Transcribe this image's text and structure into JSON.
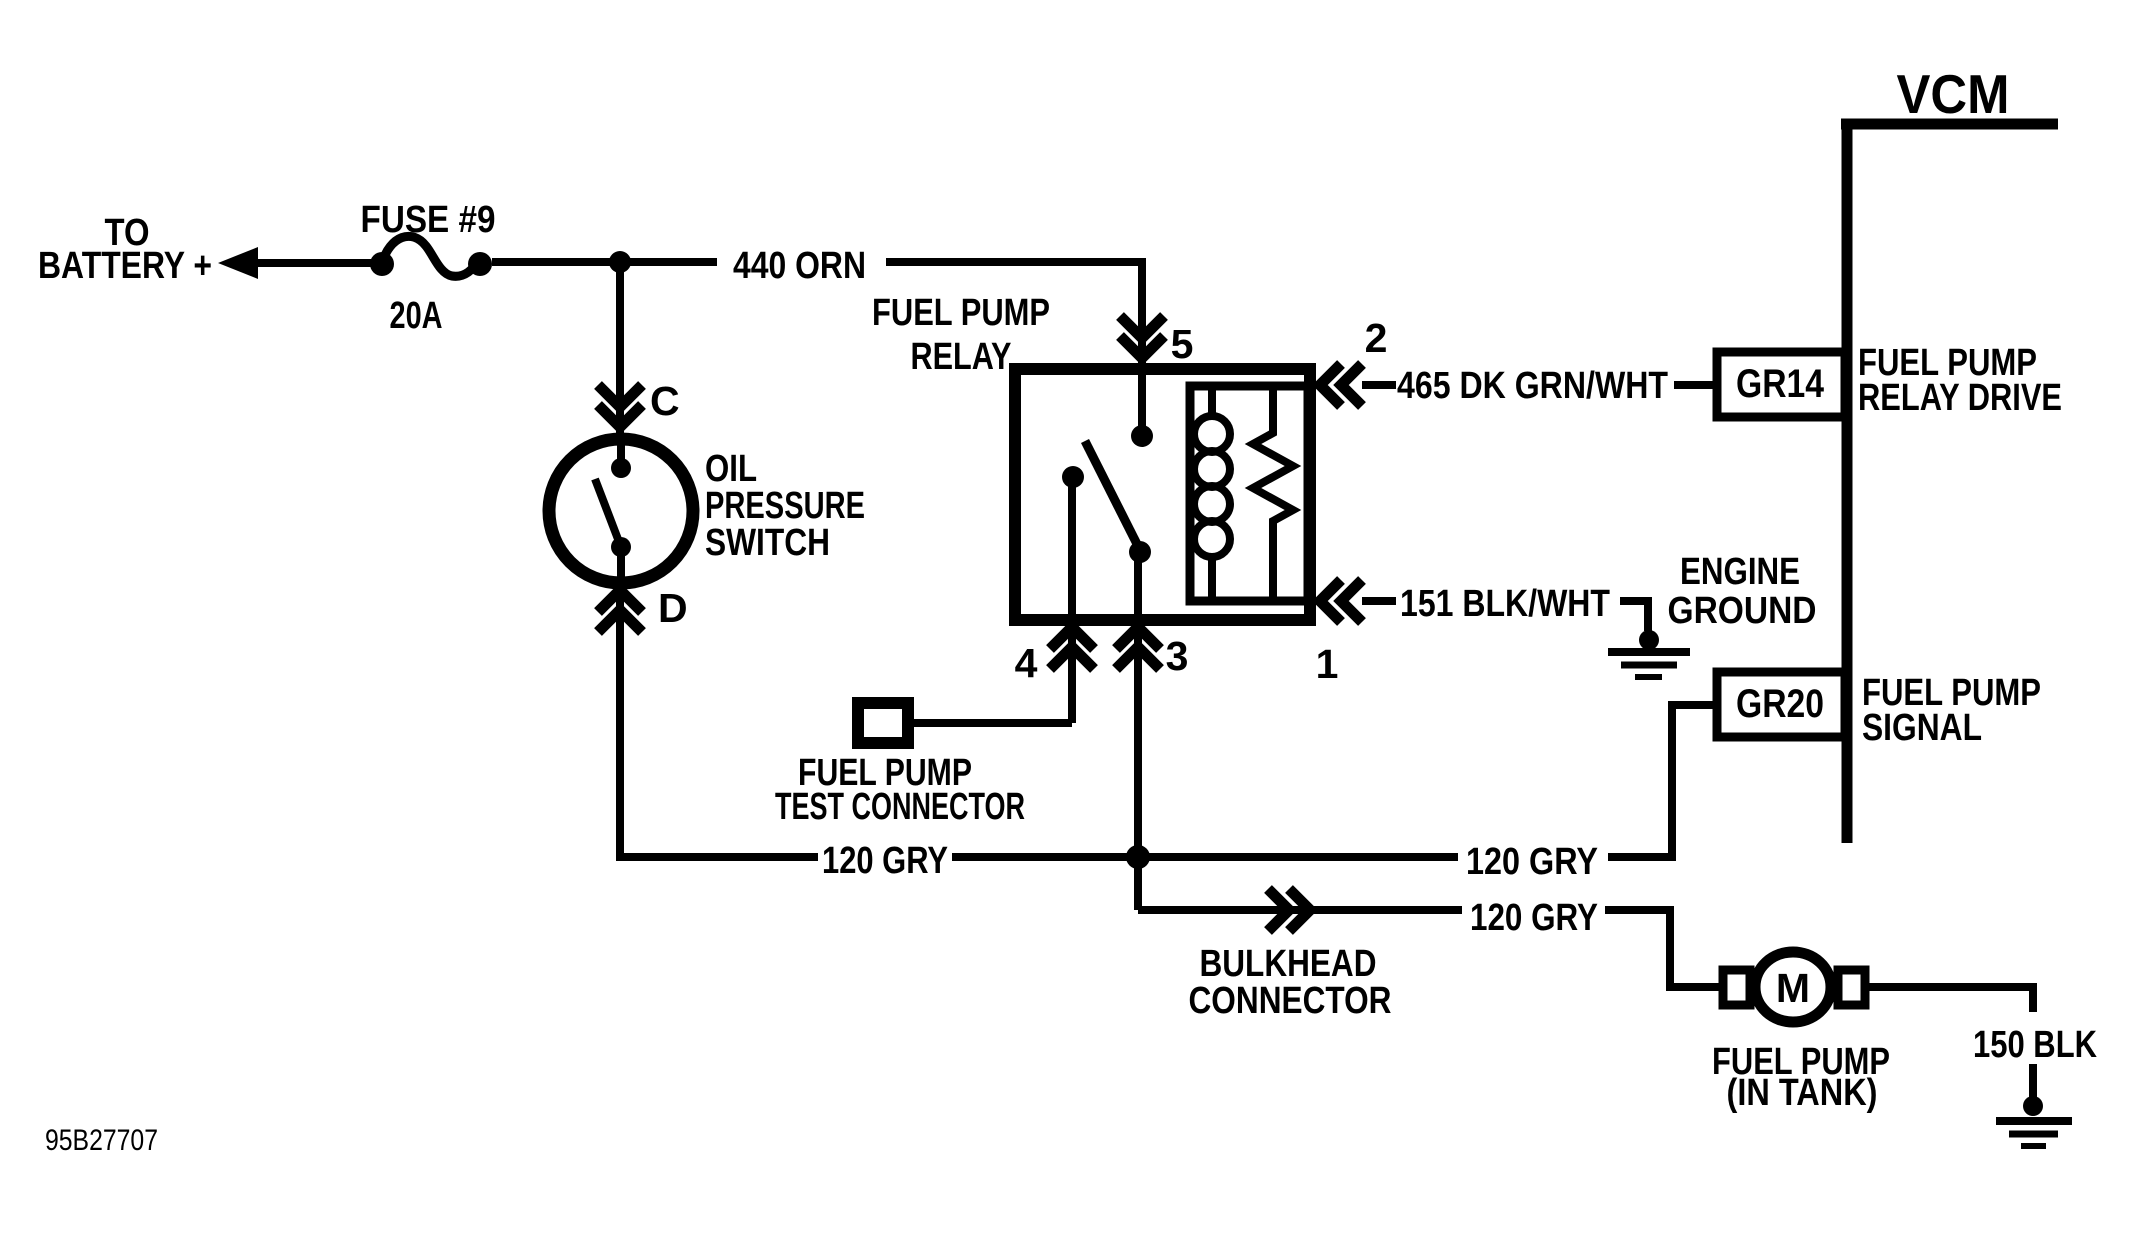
{
  "colors": {
    "ink": "#000000",
    "background": "#ffffff"
  },
  "doc_id": "95B27707",
  "battery": {
    "line1": "TO",
    "line2": "BATTERY +"
  },
  "fuse": {
    "name": "FUSE #9",
    "rating": "20A"
  },
  "wires": {
    "orn": "440 ORN",
    "dk_grn_wht": "465 DK GRN/WHT",
    "blk_wht": "151 BLK/WHT",
    "gry_switch": "120 GRY",
    "gry_signal": "120 GRY",
    "gry_pump": "120 GRY",
    "blk": "150 BLK"
  },
  "oil_pressure_switch": {
    "line1": "OIL",
    "line2": "PRESSURE",
    "line3": "SWITCH",
    "terminal_c": "C",
    "terminal_d": "D"
  },
  "relay": {
    "title_line1": "FUEL PUMP",
    "title_line2": "RELAY",
    "pin_1": "1",
    "pin_2": "2",
    "pin_3": "3",
    "pin_4": "4",
    "pin_5": "5"
  },
  "engine_ground": {
    "line1": "ENGINE",
    "line2": "GROUND"
  },
  "vcm": {
    "title": "VCM",
    "connector_gr14": "GR14",
    "connector_gr20": "GR20",
    "relay_drive_line1": "FUEL PUMP",
    "relay_drive_line2": "RELAY DRIVE",
    "signal_line1": "FUEL PUMP",
    "signal_line2": "SIGNAL"
  },
  "test_connector": {
    "line1": "FUEL PUMP",
    "line2": "TEST CONNECTOR"
  },
  "bulkhead_connector": {
    "line1": "BULKHEAD",
    "line2": "CONNECTOR"
  },
  "fuel_pump": {
    "motor": "M",
    "line1": "FUEL PUMP",
    "line2": "(IN TANK)"
  }
}
